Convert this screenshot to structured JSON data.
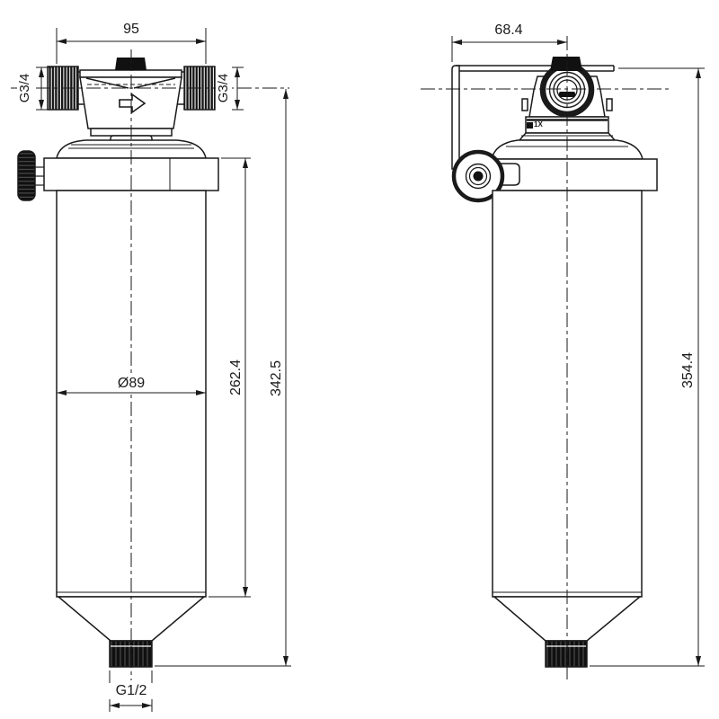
{
  "front_view": {
    "dim_head_width": "95",
    "dim_inlet_thread": "G3/4",
    "dim_outlet_thread": "G3/4",
    "dim_housing_diameter": "Ø89",
    "dim_flange_to_bottom": "262.4",
    "dim_overall_height": "342.5",
    "dim_drain_thread": "G1/2"
  },
  "side_view": {
    "dim_bracket_depth": "68.4",
    "dim_overall_height": "354.4",
    "head_marking": "1X"
  },
  "colors": {
    "line": "#1a1a1a",
    "background": "#ffffff"
  }
}
